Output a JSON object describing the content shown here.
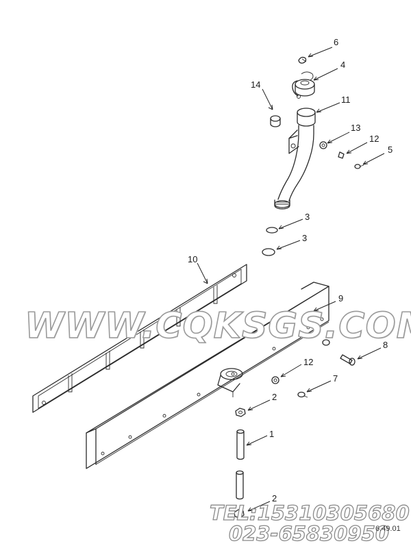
{
  "callouts": [
    {
      "id": "c6",
      "label": "6"
    },
    {
      "id": "c4",
      "label": "4"
    },
    {
      "id": "c14",
      "label": "14"
    },
    {
      "id": "c11",
      "label": "11"
    },
    {
      "id": "c13",
      "label": "13"
    },
    {
      "id": "c12a",
      "label": "12"
    },
    {
      "id": "c5",
      "label": "5"
    },
    {
      "id": "c3a",
      "label": "3"
    },
    {
      "id": "c3b",
      "label": "3"
    },
    {
      "id": "c10",
      "label": "10"
    },
    {
      "id": "c9",
      "label": "9"
    },
    {
      "id": "c8",
      "label": "8"
    },
    {
      "id": "c12b",
      "label": "12"
    },
    {
      "id": "c7",
      "label": "7"
    },
    {
      "id": "c2a",
      "label": "2"
    },
    {
      "id": "c1",
      "label": "1"
    },
    {
      "id": "c2b",
      "label": "2"
    }
  ],
  "watermark": {
    "site": "WWW.CQKSGS.COM",
    "tel": "TEL:15310305680",
    "phone": "023-65830950"
  },
  "drawing_number": "6.49.01"
}
